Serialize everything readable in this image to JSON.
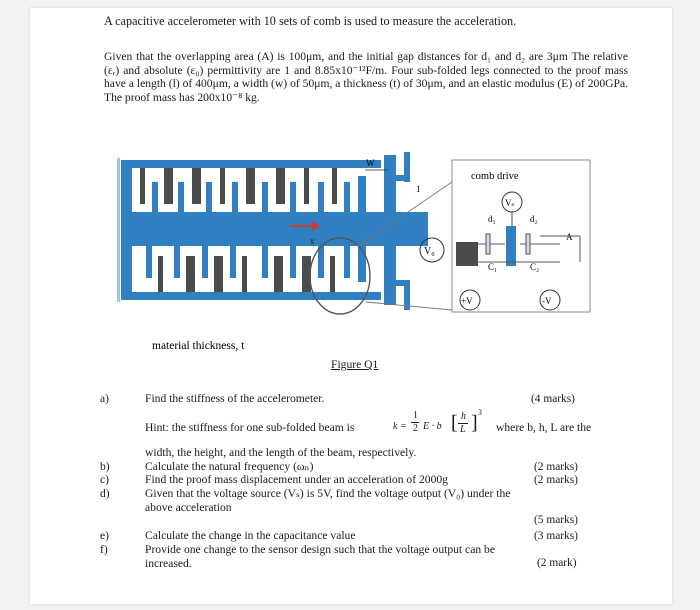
{
  "problem": {
    "title": "A capacitive accelerometer with 10 sets of comb is used to measure the acceleration.",
    "given_paragraph": "Given that the overlapping area (A) is 100μm, and the initial gap distances for d₁ and d₂ are 3μm The relative (εᵣ) and absolute (ε₀) permittivity are 1 and 8.85x10⁻¹²F/m. Four sub-folded legs connected to the proof mass have a length (l) of 400μm, a width (w) of 50μm, a thickness (t) of 30μm, and an elastic modulus (E) of 200GPa. The proof mass has 200x10⁻⁸ kg."
  },
  "figure": {
    "labels": {
      "w": "W",
      "l": "1",
      "x": "x",
      "vo": "V₀",
      "comb_drive": "comb drive",
      "vs_circle": "Vₛ",
      "d1": "d₁",
      "d2": "d₂",
      "a": "A",
      "c1": "C₁",
      "c2": "C₂",
      "plus_v": "+V",
      "minus_v": "-V",
      "material_thickness": "material thickness, t"
    },
    "caption": "Figure Q1"
  },
  "questions": [
    {
      "label": "a)",
      "text": "Find the stiffness of the accelerometer.",
      "marks": "(4 marks)"
    },
    {
      "label": "",
      "text": "Hint: the stiffness for one sub-folded beam is",
      "hint_tail": "where b, h, L are the",
      "hint_cont": "width, the height, and the length of the beam, respectively.",
      "marks": ""
    },
    {
      "label": "b)",
      "text": "Calculate the natural frequency (ωₙ)",
      "marks": "(2 marks)"
    },
    {
      "label": "c)",
      "text": "Find the proof mass displacement under an acceleration of 2000g",
      "marks": "(2 marks)"
    },
    {
      "label": "d)",
      "text": "Given that the voltage source (Vₛ) is 5V, find the voltage output (V₀) under the",
      "text2": "above acceleration",
      "marks": "(5 marks)"
    },
    {
      "label": "e)",
      "text": "Calculate the change in the capacitance value",
      "marks": "(3 marks)"
    },
    {
      "label": "f)",
      "text": "Provide one change to the sensor design such that the voltage output can be",
      "text2": "increased.",
      "marks": "(2 mark)"
    }
  ],
  "formula": {
    "k": "k =",
    "half": "1",
    "two": "2",
    "e": "E · b",
    "h": "h",
    "L": "L",
    "cube": "3"
  },
  "colors": {
    "beam_blue": "#2f7fc1",
    "comb_grey": "#4b4b4b",
    "box_grey": "#8a8a8a"
  }
}
